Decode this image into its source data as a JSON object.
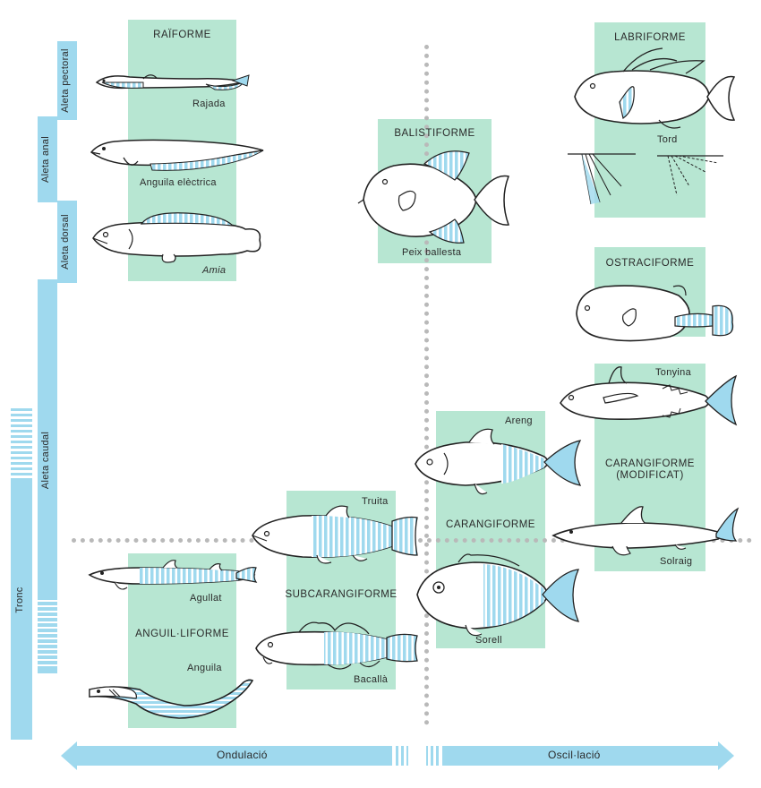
{
  "fins": {
    "pectoral": "Aleta pectoral",
    "anal": "Aleta anal",
    "dorsal": "Aleta dorsal",
    "caudal": "Aleta caudal",
    "trunk": "Tronc"
  },
  "groups": {
    "raiforme": "RAÏFORME",
    "labriforme": "LABRIFORME",
    "balistiforme": "BALISTIFORME",
    "ostraciforme": "OSTRACIFORME",
    "carangiforme_mod_line1": "CARANGIFORME",
    "carangiforme_mod_line2": "(MODIFICAT)",
    "carangiforme": "CARANGIFORME",
    "subcarangiforme": "SUBCARANGIFORME",
    "anguiliforme": "ANGUIL·LIFORME"
  },
  "species": {
    "rajada": "Rajada",
    "anguila_electrica": "Anguila elèctrica",
    "amia": "Amia",
    "peix_ballesta": "Peix ballesta",
    "tord": "Tord",
    "tonyina": "Tonyina",
    "solraig": "Solraig",
    "areng": "Areng",
    "sorell": "Sorell",
    "truita": "Truita",
    "bacalla": "Bacallà",
    "agullat": "Agullat",
    "anguila": "Anguila"
  },
  "axis": {
    "left": "Ondulació",
    "right": "Oscil·lació"
  },
  "colors": {
    "panel": "#b7e6d2",
    "fin_blue": "#9fd9ee",
    "dots": "#b9b9b9"
  }
}
